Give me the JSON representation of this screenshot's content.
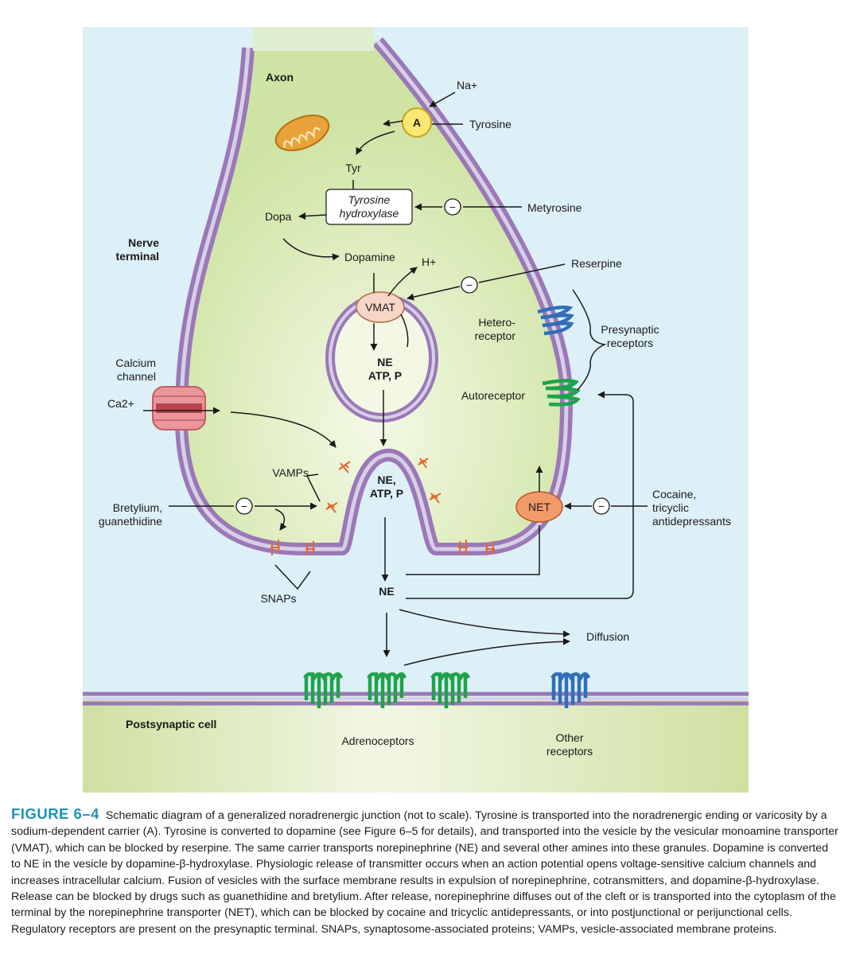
{
  "labels": {
    "axon": "Axon",
    "nerve_terminal": "Nerve\nterminal",
    "na": "Na+",
    "transporter_a": "A",
    "tyrosine": "Tyrosine",
    "tyr": "Tyr",
    "tyrosine_hydroxylase": "Tyrosine\nhydroxylase",
    "dopa": "Dopa",
    "metyrosine": "Metyrosine",
    "dopamine": "Dopamine",
    "h_plus": "H+",
    "reserpine": "Reserpine",
    "vmat": "VMAT",
    "vesicle_contents": "NE\nATP, P",
    "hetero_receptor": "Hetero-\nreceptor",
    "presynaptic_receptors": "Presynaptic\nreceptors",
    "calcium_channel": "Calcium\nchannel",
    "ca": "Ca2+",
    "autoreceptor": "Autoreceptor",
    "vamps": "VAMPs",
    "fused_contents": "NE,\nATP, P",
    "cocaine": "Cocaine,\ntricyclic\nantidepressants",
    "net": "NET",
    "bretylium": "Bretylium,\nguanethidine",
    "snaps": "SNAPs",
    "ne": "NE",
    "diffusion": "Diffusion",
    "postsynaptic_cell": "Postsynaptic cell",
    "adrenoceptors": "Adrenoceptors",
    "other_receptors": "Other\nreceptors",
    "inhibit_symbol": "−"
  },
  "caption": {
    "figure_number": "FIGURE 6–4",
    "text": "Schematic diagram of a generalized noradrenergic junction (not to scale). Tyrosine is transported into the noradrenergic ending or varicosity by a sodium-dependent carrier (A). Tyrosine is converted to dopamine (see Figure 6–5 for details), and transported into the vesicle by the vesicular monoamine transporter (VMAT), which can be blocked by reserpine. The same carrier transports norepinephrine (NE) and several other amines into these granules. Dopamine is converted to NE in the vesicle by dopamine-β-hydroxylase. Physiologic release of transmitter occurs when an action potential opens voltage-sensitive calcium channels and increases intracellular calcium. Fusion of vesicles with the surface membrane results in expulsion of norepinephrine, cotransmitters, and dopamine-β-hydroxylase. Release can be blocked by drugs such as guanethidine and bretylium. After release, norepinephrine diffuses out of the cleft or is transported into the cytoplasm of the terminal by the norepinephrine transporter (NET), which can be blocked by cocaine and tricyclic antidepressants, or into postjunctional or perijunctional cells. Regulatory receptors are present on the presynaptic terminal. SNAPs, synaptosome-associated proteins; VAMPs, vesicle-associated membrane proteins."
  },
  "colors": {
    "background": "#ddf0f8",
    "cytoplasm": "#d6e8b0",
    "membrane": "#9b78b8",
    "membrane_core": "#c9bddd",
    "postsynaptic": "#cfe0a2",
    "transporter_a": "#fbe873",
    "vmat": "#f6d6c6",
    "net": "#f39a6a",
    "mitochondrion": "#e8a23a",
    "channel": "#e9959a",
    "adrenoceptor": "#1ea34a",
    "other_receptor": "#2f6fb8",
    "snare": "#e06a2a"
  }
}
